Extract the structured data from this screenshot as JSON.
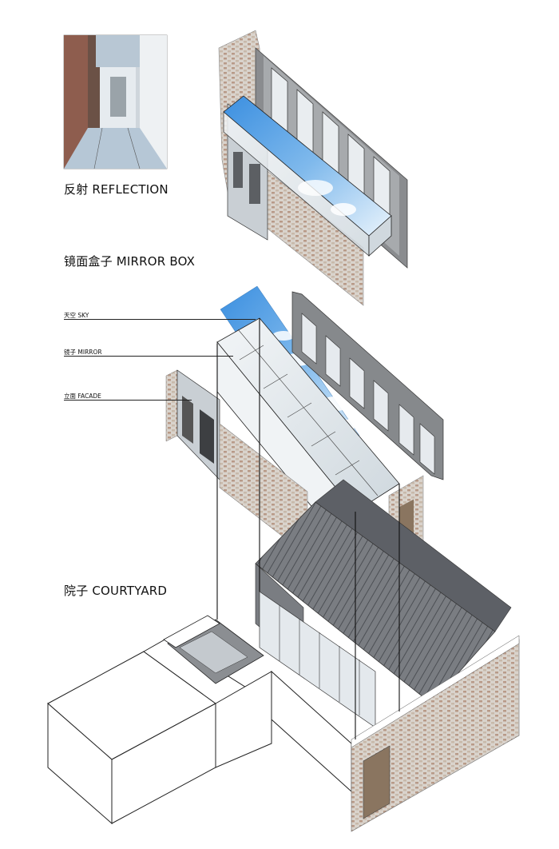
{
  "captions": {
    "reflection": "反射 REFLECTION",
    "mirror_box": "镜面盒子 MIRROR BOX",
    "courtyard": "院子 COURTYARD"
  },
  "layers": {
    "sky": "天空 SKY",
    "mirror": "镜子 MIRROR",
    "facade": "立面 FACADE"
  },
  "colors": {
    "sky_blue": "#4f9fe0",
    "sky_light": "#a9d2f3",
    "brick": "#b59a8a",
    "roof_tile": "#6f7277",
    "wall_gray": "#7d7f82",
    "glass": "#d9e4ec",
    "wood": "#8a7560"
  }
}
